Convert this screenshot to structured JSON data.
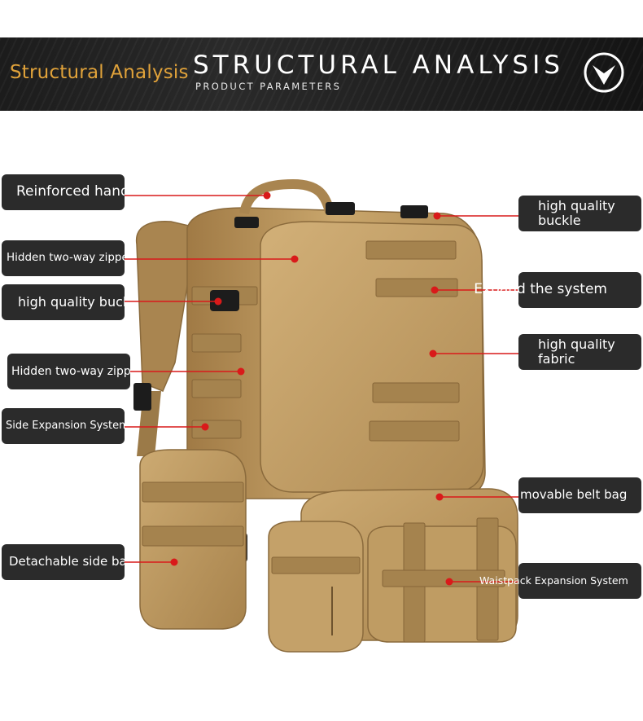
{
  "banner": {
    "left_title": "Structural Analysis",
    "main_title": "STRUCTURAL ANALYSIS",
    "subtitle": "PRODUCT PARAMETERS",
    "icon": "chevron-down-circle-icon"
  },
  "callouts": {
    "left": [
      {
        "label": "Reinforced hand"
      },
      {
        "label": "Hidden two-way zipper"
      },
      {
        "label": "high quality buckle"
      },
      {
        "label": "Hidden two-way zipper"
      },
      {
        "label": "Side Expansion System"
      },
      {
        "label": "Detachable side bag"
      }
    ],
    "right": [
      {
        "label": "high quality buckle"
      },
      {
        "label": "Expand the system"
      },
      {
        "label": "high quality fabric"
      },
      {
        "label": "movable belt bag"
      },
      {
        "label": "Waistpack Expansion System"
      }
    ]
  },
  "colors": {
    "accent": "#e0a23a",
    "label_bg": "#2b2b2b",
    "line": "#d91a1a",
    "product": "#b8955c"
  }
}
